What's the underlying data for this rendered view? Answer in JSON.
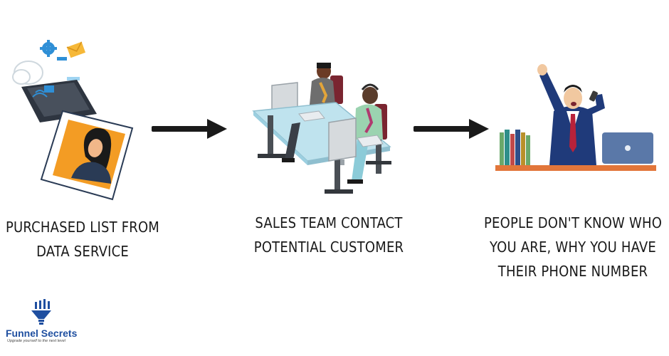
{
  "steps": [
    {
      "lines": [
        "PURCHASED LIST FROM",
        "DATA SERVICE"
      ],
      "icon": "phone-contact-card-icon"
    },
    {
      "lines": [
        "SALES TEAM CONTACT",
        "POTENTIAL CUSTOMER"
      ],
      "icon": "sales-team-icon"
    },
    {
      "lines": [
        "PEOPLE DON'T KNOW WHO",
        "YOU ARE, WHY YOU HAVE",
        "THEIR PHONE NUMBER"
      ],
      "icon": "angry-businessman-icon"
    }
  ],
  "arrows": [
    "arrow-right-icon",
    "arrow-right-icon"
  ],
  "logo": {
    "name_part1": "Funnel",
    "name_part2": "Secrets",
    "tagline": "Upgrade yourself to the next level",
    "accent_color": "#1f4fa0"
  },
  "colors": {
    "text": "#1a1a1a",
    "arrow": "#1a1a1a",
    "card_orange": "#f39c24",
    "desk": "#bfe3ee",
    "shelf": "#e2763a",
    "laptop": "#5a78a8",
    "suit": "#1f3a7a"
  }
}
